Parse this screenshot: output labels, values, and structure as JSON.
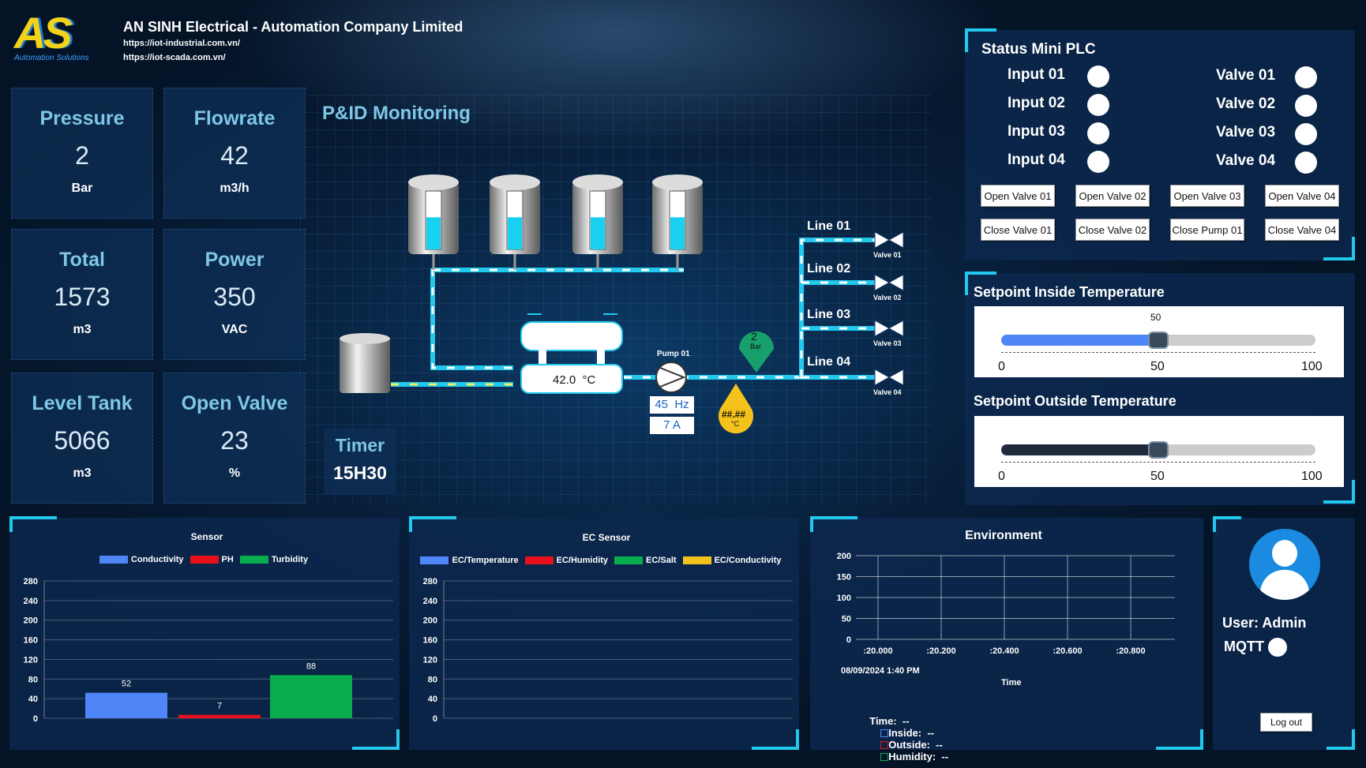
{
  "header": {
    "company": "AN SINH Electrical - Automation Company Limited",
    "url1": "https://iot-industrial.com.vn/",
    "url2": "https://iot-scada.com.vn/",
    "logo_text": "AS",
    "logo_sub": "Automation Solutions"
  },
  "metrics": [
    {
      "title": "Pressure",
      "value": "2",
      "unit": "Bar"
    },
    {
      "title": "Flowrate",
      "value": "42",
      "unit": "m3/h"
    },
    {
      "title": "Total",
      "value": "1573",
      "unit": "m3"
    },
    {
      "title": "Power",
      "value": "350",
      "unit": "VAC"
    },
    {
      "title": "Level Tank",
      "value": "5066",
      "unit": "m3"
    },
    {
      "title": "Open Valve",
      "value": "23",
      "unit": "%"
    }
  ],
  "pid": {
    "title": "P&ID Monitoring",
    "timer_label": "Timer",
    "timer_value": "15H30",
    "tank_temp": "42.0  °C",
    "pump_label": "Pump 01",
    "freq": "45  Hz",
    "current": "7 A",
    "pressure_value": "2",
    "pressure_unit": "Bar",
    "temp_value": "##.##",
    "temp_unit": "°C",
    "lines": [
      "Line 01",
      "Line 02",
      "Line 03",
      "Line 04"
    ],
    "valves": [
      "Valve 01",
      "Valve 02",
      "Valve 03",
      "Valve 04"
    ],
    "tank_levels": [
      0.55,
      0.55,
      0.55,
      0.55
    ]
  },
  "plc": {
    "title": "Status Mini PLC",
    "inputs": [
      "Input 01",
      "Input 02",
      "Input 03",
      "Input 04"
    ],
    "valves": [
      "Valve 01",
      "Valve 02",
      "Valve 03",
      "Valve 04"
    ],
    "buttons_row1": [
      "Open Valve 01",
      "Open Valve 02",
      "Open Valve 03",
      "Open Valve 04"
    ],
    "buttons_row2": [
      "Close Valve 01",
      "Close Valve 02",
      "Close Pump 01",
      "Close Valve 04"
    ]
  },
  "setpoints": {
    "inside_title": "Setpoint Inside Temperature",
    "inside_value": "50",
    "outside_title": "Setpoint Outside Temperature",
    "outside_value": 50,
    "min": "0",
    "mid": "50",
    "max": "100",
    "colors": {
      "inside": "#4f86f7",
      "outside": "#1e2a3a"
    }
  },
  "user": {
    "label": "User: Admin",
    "mqtt": "MQTT",
    "logout": "Log out"
  },
  "chart_data": [
    {
      "type": "bar",
      "title": "Sensor",
      "categories": [
        "Conductivity",
        "PH",
        "Turbidity"
      ],
      "series": [
        {
          "name": "Conductivity",
          "values": [
            52
          ],
          "color": "#4f86f7"
        },
        {
          "name": "PH",
          "values": [
            7
          ],
          "color": "#e8111b"
        },
        {
          "name": "Turbidity",
          "values": [
            88
          ],
          "color": "#0aad4e"
        }
      ],
      "data_labels": [
        "52",
        "7",
        "88"
      ],
      "ylim": [
        0,
        280
      ],
      "yticks": [
        "280",
        "240",
        "200",
        "160",
        "120",
        "80",
        "40",
        "0"
      ]
    },
    {
      "type": "bar",
      "title": "EC Sensor",
      "series": [
        {
          "name": "EC/Temperature",
          "values": [],
          "color": "#4f86f7"
        },
        {
          "name": "EC/Humidity",
          "values": [],
          "color": "#e8111b"
        },
        {
          "name": "EC/Salt",
          "values": [],
          "color": "#0aad4e"
        },
        {
          "name": "EC/Conductivity",
          "values": [],
          "color": "#f5c21b"
        }
      ],
      "ylim": [
        0,
        280
      ],
      "yticks": [
        "280",
        "240",
        "200",
        "160",
        "120",
        "80",
        "40",
        "0"
      ]
    },
    {
      "type": "line",
      "title": "Environment",
      "xlabel": "Time",
      "xticks": [
        ":20.000",
        ":20.200",
        ":20.400",
        ":20.600",
        ":20.800"
      ],
      "date_label": "08/09/2024 1:40 PM",
      "yticks": [
        "200",
        "150",
        "100",
        "50",
        "0"
      ],
      "ylim": [
        0,
        200
      ],
      "readout": {
        "time": "Time:  --",
        "inside": "Inside:  --",
        "outside": "Outside:  --",
        "humidity": "Humidity:  --"
      }
    }
  ]
}
